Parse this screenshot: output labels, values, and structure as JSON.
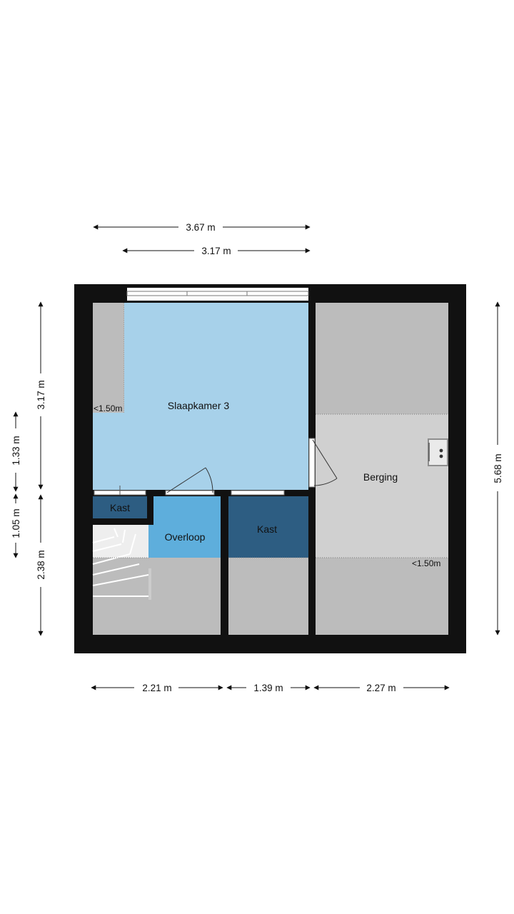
{
  "colors": {
    "bedroom": "#a7d1ea",
    "landing": "#5eaedc",
    "closet": "#2d5d82",
    "storage": "#d0d0d0",
    "low_ceiling": "#bcbcbc",
    "wall": "#111111"
  },
  "rooms": {
    "bedroom": "Slaapkamer 3",
    "landing": "Overloop",
    "closet_small": "Kast",
    "closet_large": "Kast",
    "storage": "Berging"
  },
  "notes": {
    "low_height_left": "<1.50m",
    "low_height_right": "<1.50m"
  },
  "dimensions": {
    "top_outer": "3.67 m",
    "top_inner": "3.17 m",
    "bottom_left": "2.21 m",
    "bottom_mid": "1.39 m",
    "bottom_right": "2.27 m",
    "left_a": "1.33 m",
    "left_b": "1.05 m",
    "left_c": "3.17 m",
    "left_d": "2.38 m",
    "right": "5.68 m"
  },
  "icons": {
    "boiler": "boiler-icon",
    "stairs": "stairs-icon"
  }
}
